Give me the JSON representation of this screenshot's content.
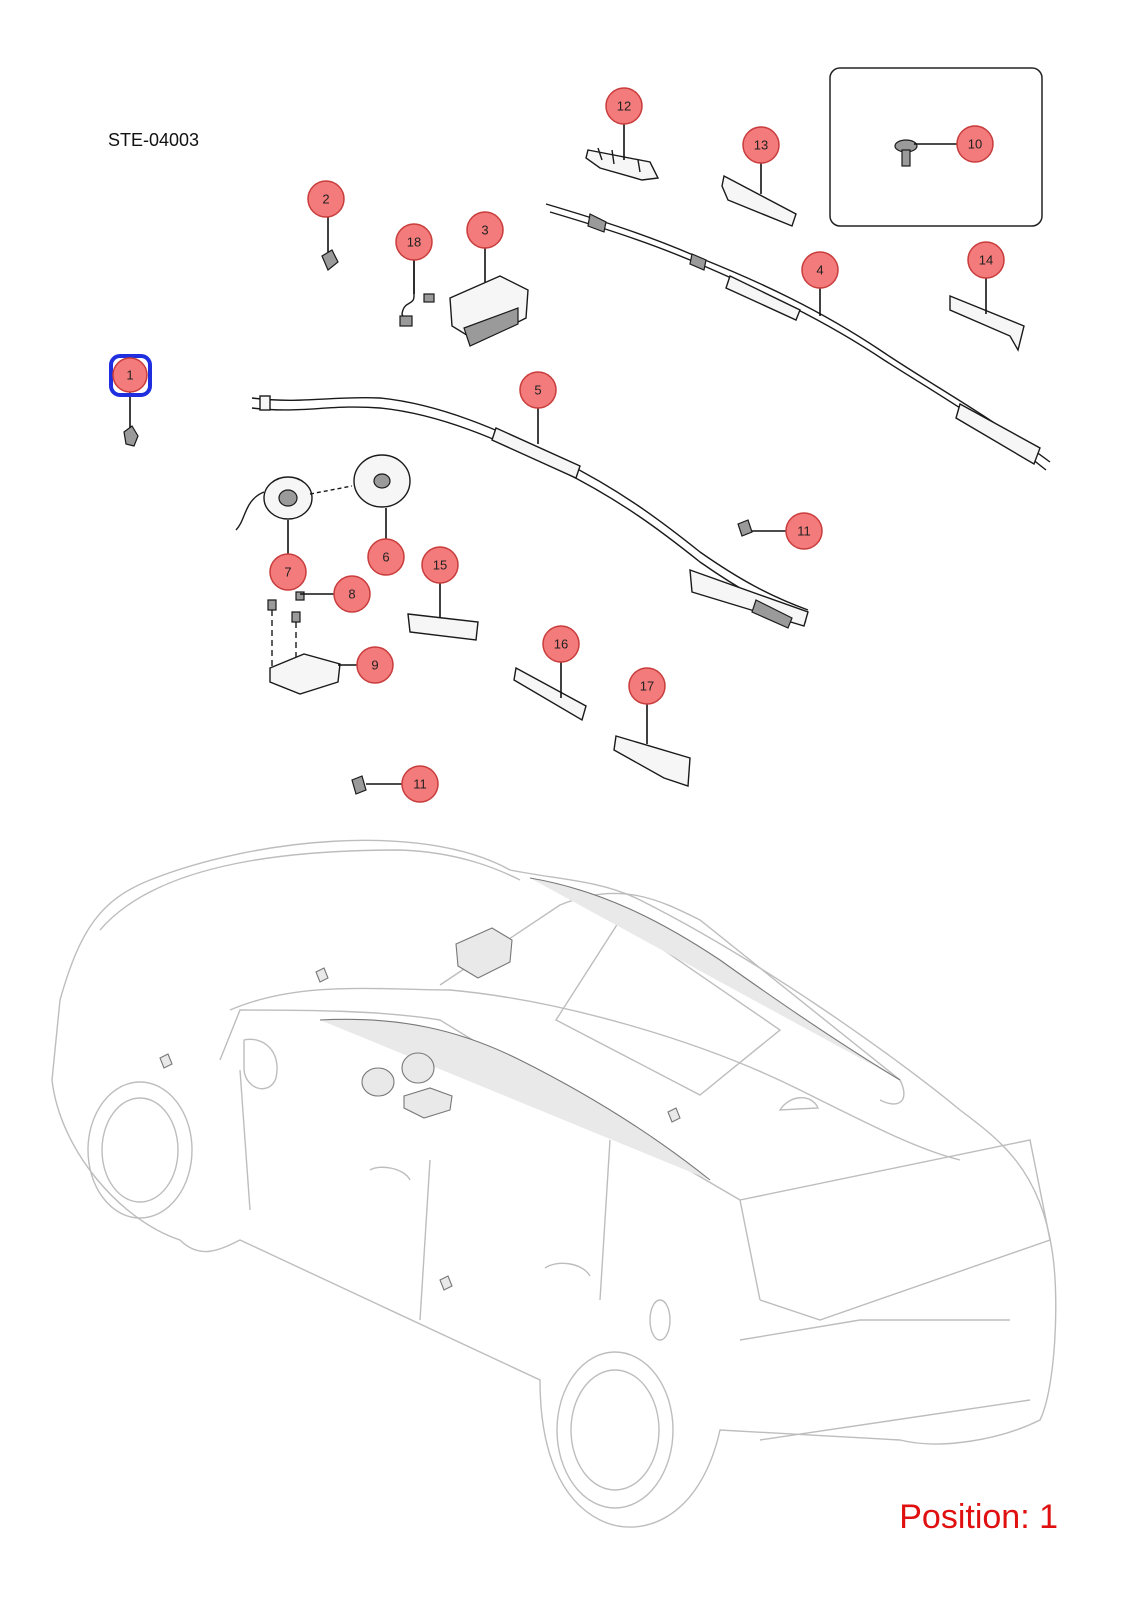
{
  "diagram_code": "STE-04003",
  "position_label": "Position: 1",
  "selected_callout": "1",
  "colors": {
    "callout_fill": "#f47b7b",
    "callout_stroke": "#c83c3c",
    "selected_highlight": "#1f2fe0",
    "position_text": "#e01010",
    "vehicle_outline": "#bdbdbd"
  },
  "callouts": [
    {
      "label": "1"
    },
    {
      "label": "2"
    },
    {
      "label": "3"
    },
    {
      "label": "4"
    },
    {
      "label": "5"
    },
    {
      "label": "6"
    },
    {
      "label": "7"
    },
    {
      "label": "8"
    },
    {
      "label": "9"
    },
    {
      "label": "10"
    },
    {
      "label": "11"
    },
    {
      "label": "11"
    },
    {
      "label": "12"
    },
    {
      "label": "13"
    },
    {
      "label": "14"
    },
    {
      "label": "15"
    },
    {
      "label": "16"
    },
    {
      "label": "17"
    },
    {
      "label": "18"
    }
  ]
}
